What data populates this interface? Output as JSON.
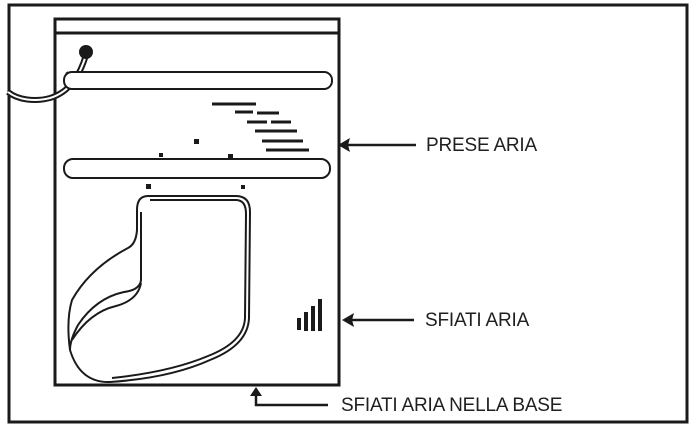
{
  "diagram": {
    "type": "appliance-ventilation-diagram",
    "labels": {
      "air_intakes": "PRESE ARIA",
      "air_vents": "SFIATI ARIA",
      "base_air_vents": "SFIATI ARIA NELLA BASE"
    },
    "colors": {
      "line": "#1a1a1a",
      "background": "#ffffff",
      "text": "#1f1f1f"
    }
  }
}
